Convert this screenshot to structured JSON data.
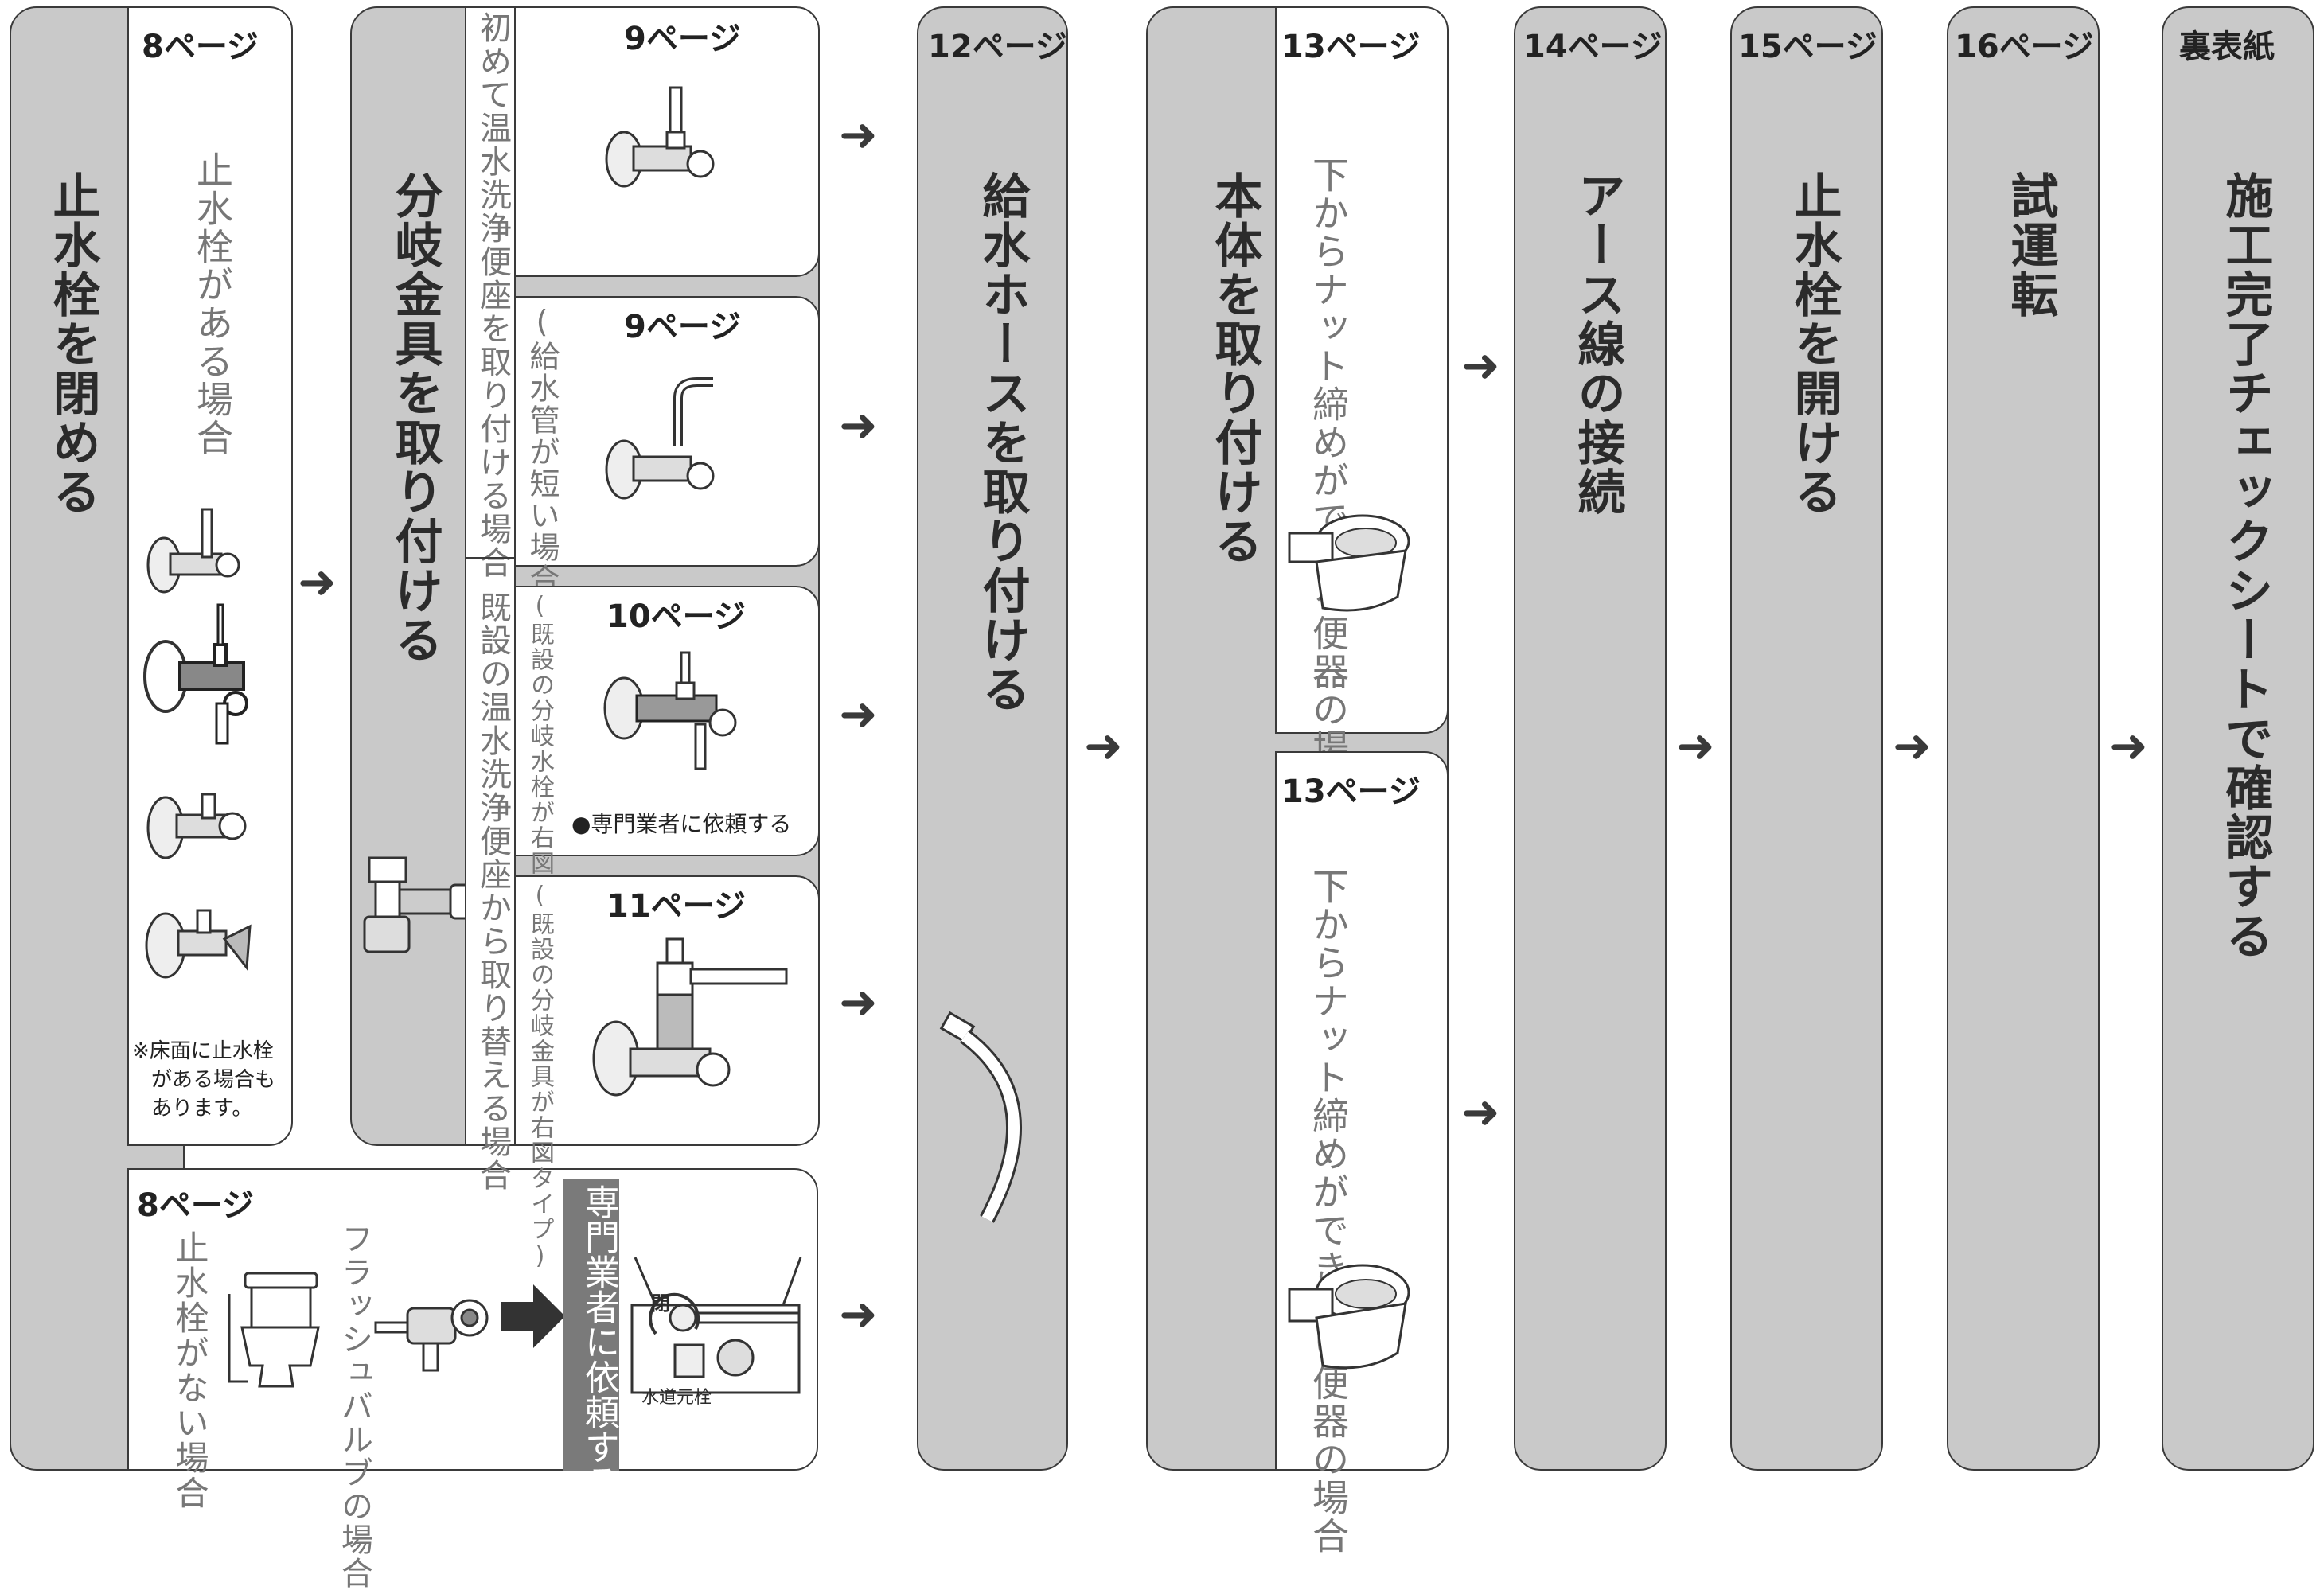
{
  "steps": {
    "close_valve": "止水栓を閉める",
    "branch_fitting": "分岐金具を取り付ける",
    "supply_hose": "給水ホースを取り付ける",
    "main_unit": "本体を取り付ける",
    "earth_wire": "アース線の接続",
    "open_valve": "止水栓を開ける",
    "test_run": "試運転",
    "completion": "施工完了チェックシートで確認する"
  },
  "pages": {
    "p8a": "8ページ",
    "p8b": "8ページ",
    "p9a": "9ページ",
    "p9b": "9ページ",
    "p10": "10ページ",
    "p11": "11ページ",
    "p12": "12ページ",
    "p13a": "13ページ",
    "p13b": "13ページ",
    "p14": "14ページ",
    "p15": "15ページ",
    "p16": "16ページ",
    "back_cover": "裏表紙"
  },
  "labels": {
    "has_valve": "止水栓がある場合",
    "floor_note_1": "※床面に止水栓",
    "floor_note_2": "がある場合も",
    "floor_note_3": "あります。",
    "first_install": "初めて温水洗浄便座を取り付ける場合",
    "short_pipe": "(給水管が短い場合)",
    "replace_existing": "既設の温水洗浄便座から取り替える場合",
    "existing_valve_type": "(既設の分岐水栓が右図タイプ)",
    "existing_fitting_type": "(既設の分岐金具が右図タイプ)",
    "request_pro_note": "●専門業者に依頼する",
    "no_valve": "止水栓がない場合",
    "flush_valve": "フラッシュバルブの場合",
    "request_pro_box": "専門業者に依頼する",
    "close_mark": "閉",
    "water_main": "水道元栓",
    "nut_possible": "下からナット締めができる便器の場合",
    "nut_impossible": "下からナット締めができない便器の場合"
  },
  "icons": [
    "right-arrow-icon",
    "angle-valve-icon",
    "tee-fitting-icon",
    "hose-icon",
    "toilet-icon",
    "flush-valve-icon",
    "water-main-icon"
  ]
}
